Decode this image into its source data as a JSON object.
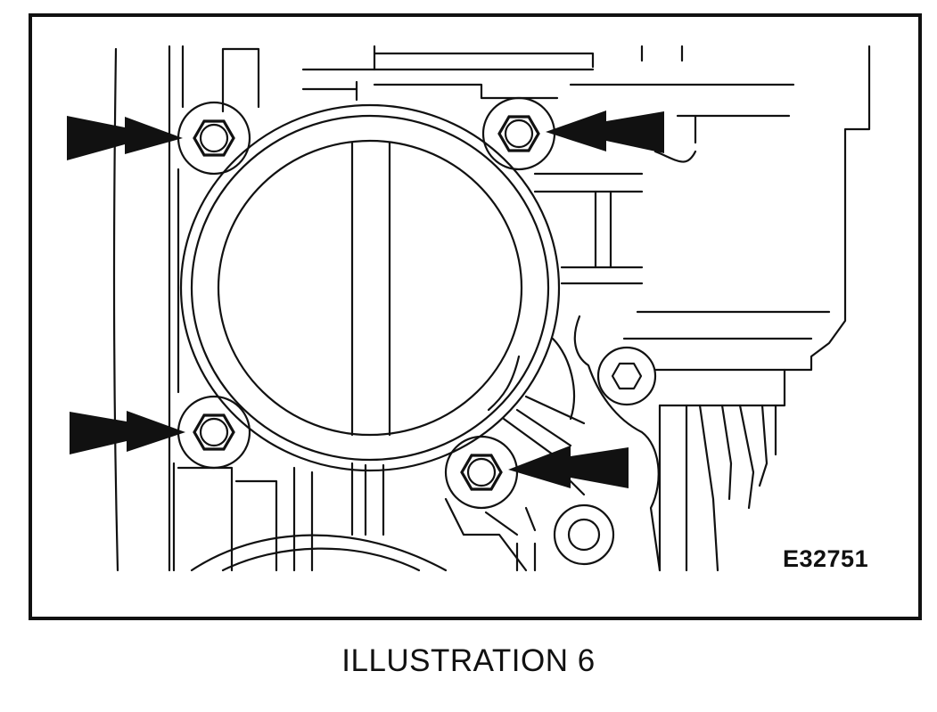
{
  "figure": {
    "code": "E32751",
    "caption": "ILLUSTRATION 6"
  },
  "colors": {
    "ink": "#111111",
    "background": "#ffffff"
  },
  "callouts": [
    {
      "name": "arrow-top-left",
      "points_to": "bolt-top-left"
    },
    {
      "name": "arrow-top-right",
      "points_to": "bolt-top-right"
    },
    {
      "name": "arrow-bottom-left",
      "points_to": "bolt-bottom-left"
    },
    {
      "name": "arrow-bottom-right",
      "points_to": "bolt-bottom-right"
    }
  ]
}
